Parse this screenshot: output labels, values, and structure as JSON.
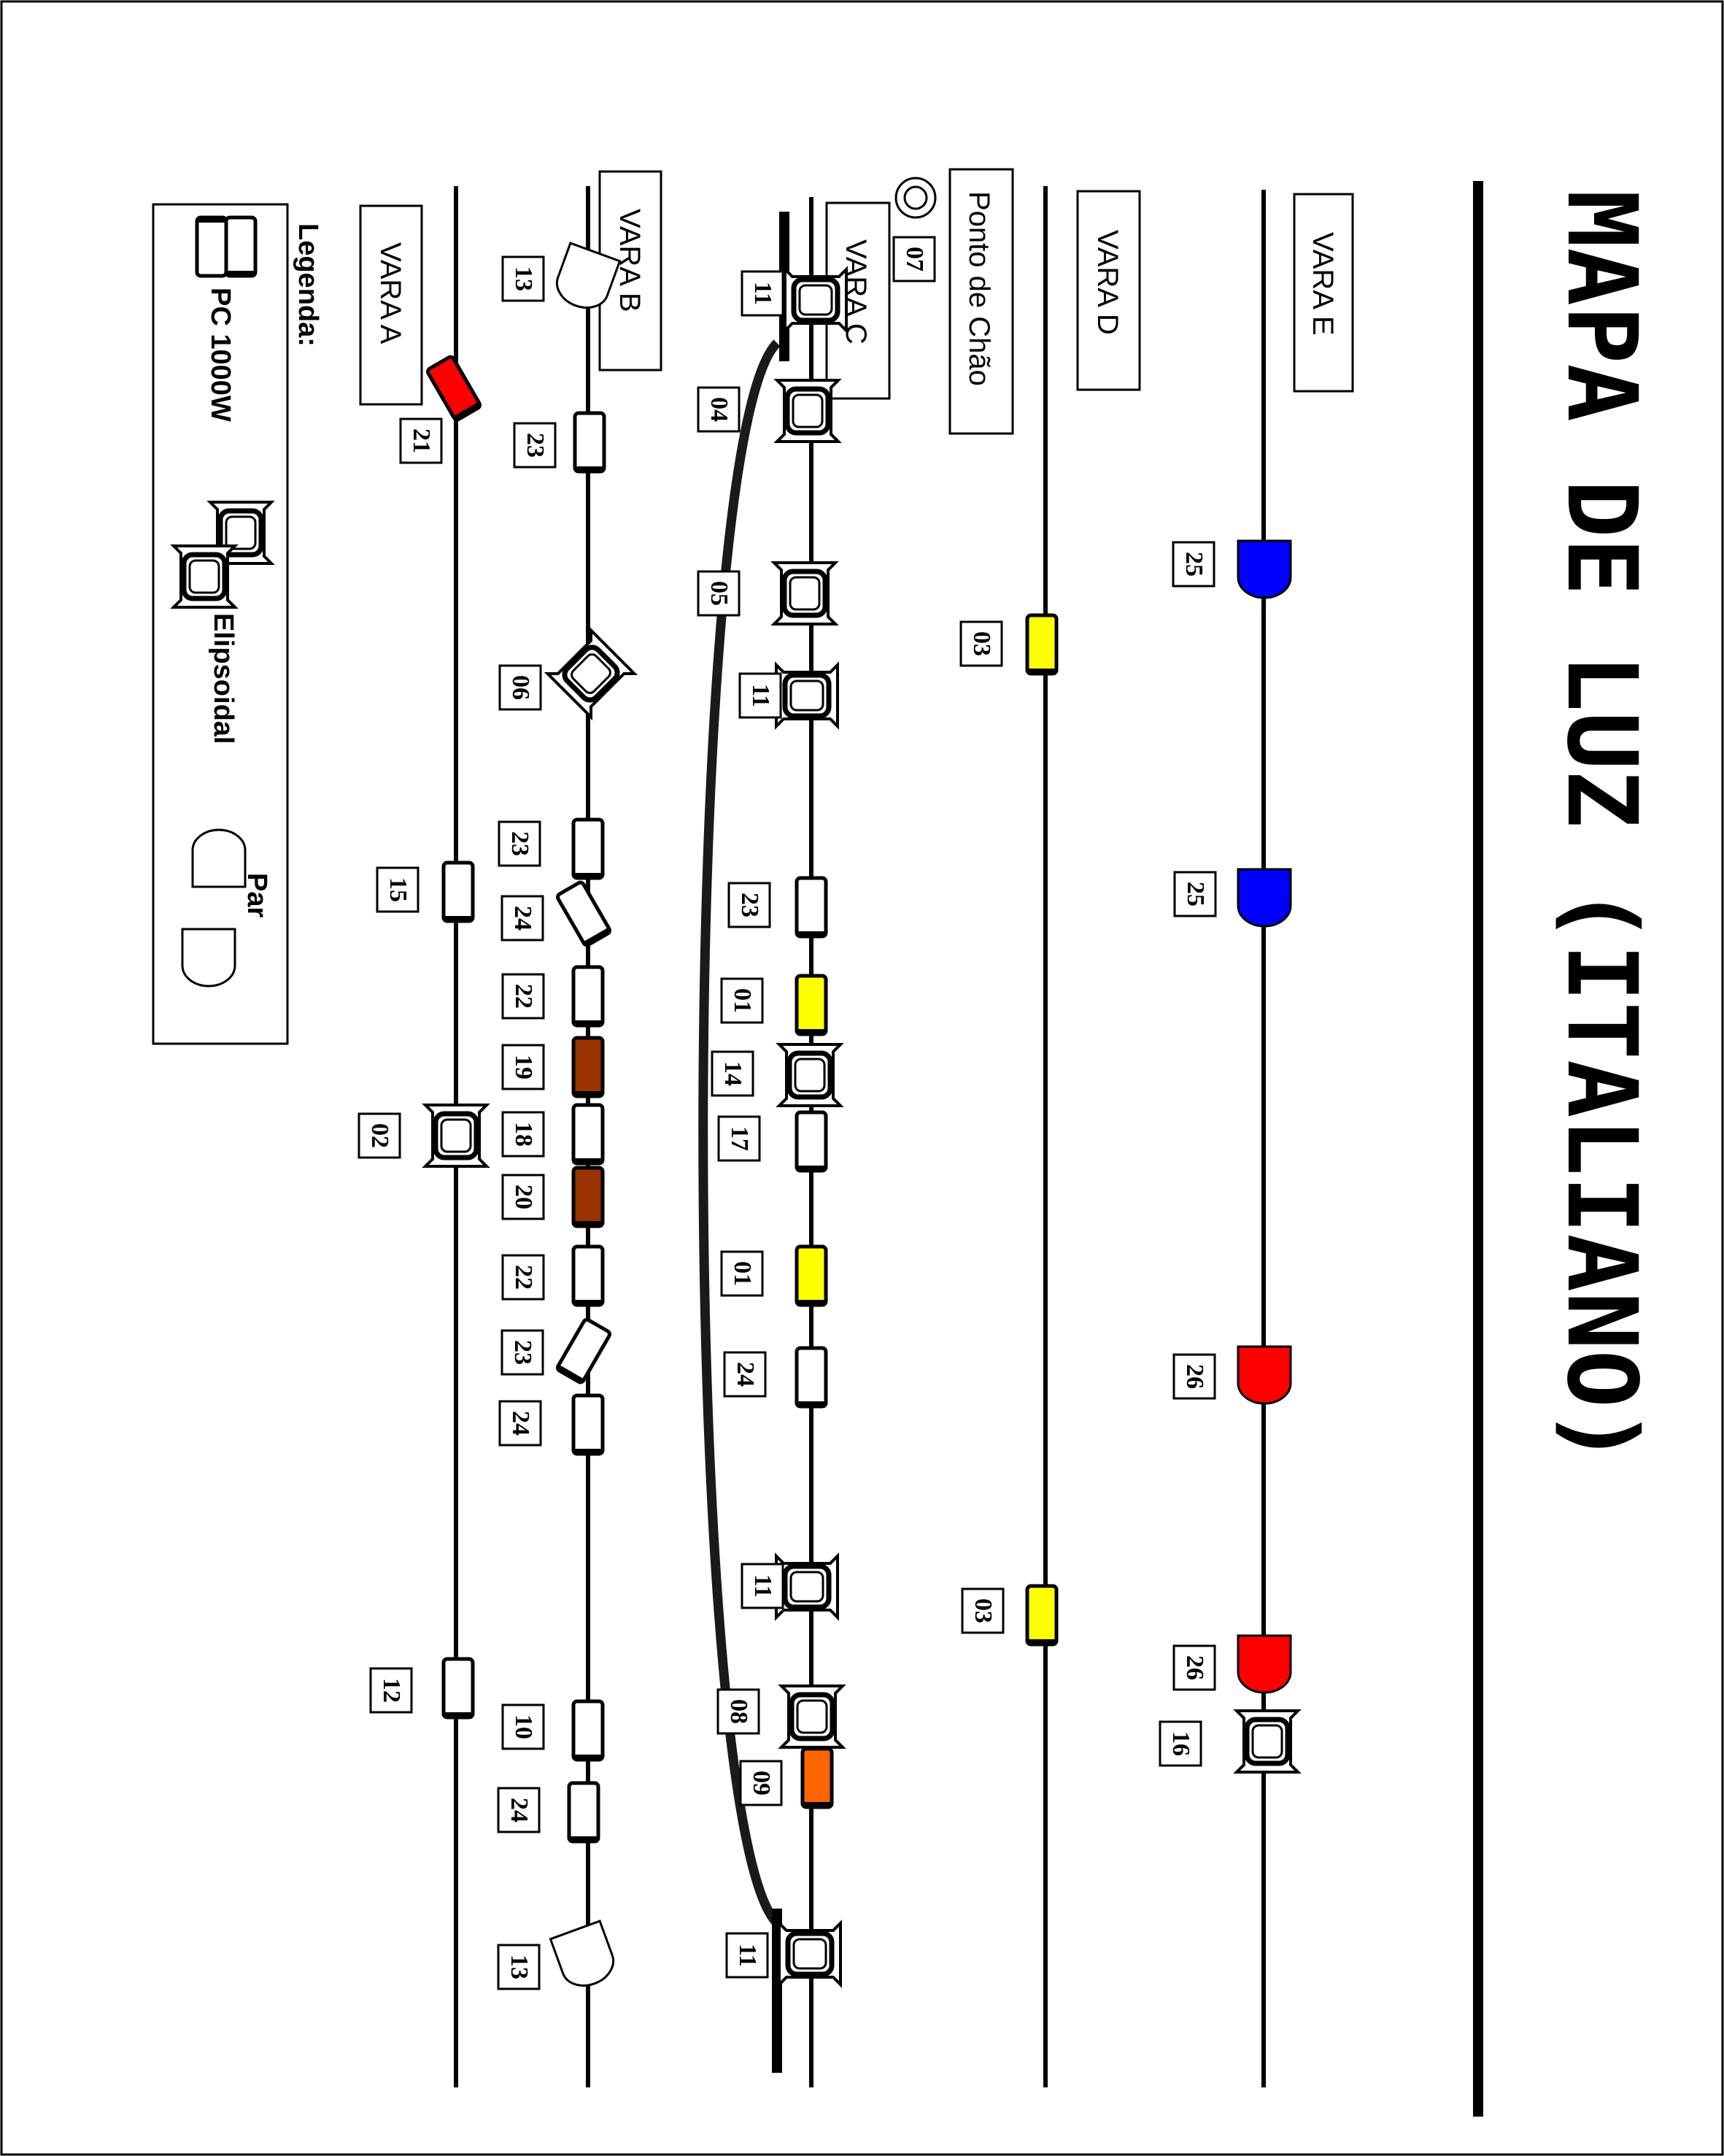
{
  "title": "MAPA DE LUZ (ITALIANO)",
  "colors": {
    "blue": "#0000ff",
    "red": "#ff0000",
    "yellow": "#ffff00",
    "brown": "#993300",
    "orange": "#ff6600",
    "white": "#ffffff",
    "dark_red": "#cc0000"
  },
  "bars": {
    "vara_e": "VARA E",
    "vara_d": "VARA D",
    "ponto_de_chao": "Ponto de Chão",
    "vara_c": "VARA C",
    "vara_b": "VARA B",
    "vara_a": "VARA A"
  },
  "fixtures": {
    "e_25a": "25",
    "e_25b": "25",
    "e_26a": "26",
    "e_26b": "26",
    "e_16": "16",
    "d_03a": "03",
    "d_03b": "03",
    "chao_07": "07",
    "c_11a": "11",
    "c_04": "04",
    "c_05": "05",
    "c_11b": "11",
    "c_23": "23",
    "c_01a": "01",
    "c_14": "14",
    "c_17": "17",
    "c_01b": "01",
    "c_24": "24",
    "c_11c": "11",
    "c_08": "08",
    "c_09": "09",
    "c_11d": "11",
    "b_13a": "13",
    "b_23a": "23",
    "b_06": "06",
    "b_23b": "23",
    "b_24a": "24",
    "b_22a": "22",
    "b_19": "19",
    "b_18": "18",
    "b_20": "20",
    "b_22b": "22",
    "b_23c": "23",
    "b_24b": "24",
    "b_10": "10",
    "b_24c": "24",
    "b_13b": "13",
    "a_21": "21",
    "a_15": "15",
    "a_02": "02",
    "a_12": "12"
  },
  "legend": {
    "title": "Legenda:",
    "pc": "PC 1000W",
    "elipsoidal": "Elipsoidal",
    "par": "Par"
  }
}
